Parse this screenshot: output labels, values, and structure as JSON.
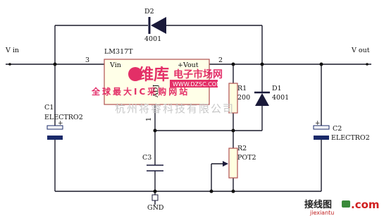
{
  "labels": {
    "vin": "V in",
    "vout": "V out",
    "ic_name": "LM317T",
    "ic_vin": "Vin",
    "ic_vout": "+Vout",
    "ic_adj": "ADJ",
    "pin3": "3",
    "pin2": "2",
    "pin1": "1",
    "d2_name": "D2",
    "d2_part": "4001",
    "d1_name": "D1",
    "d1_part": "4001",
    "r1_name": "R1",
    "r1_value": "200",
    "r2_name": "R2",
    "r2_value": "POT2",
    "c1_name": "C1",
    "c1_type": "ELECTRO2",
    "c2_name": "C2",
    "c2_type": "ELECTRO2",
    "c3_name": "C3",
    "gnd": "GND",
    "plus": "+"
  },
  "watermark": {
    "logo": "维库",
    "title": "电子市场网",
    "url": "WWW.DZSC.COM",
    "subtitle": "全球最大IC采购网站",
    "company": "杭州将睿科技有限公司",
    "brand": "接线图",
    "brand_com": ".com",
    "brand_sub": "jiexiantu"
  },
  "colors": {
    "wire": "#1a1a2a",
    "ic_fill": "#ffffe8",
    "ic_stroke": "#b05050",
    "component_fill": "#ffffe0",
    "cap_plate": "#1a2a6a",
    "watermark": "#e0195a"
  }
}
